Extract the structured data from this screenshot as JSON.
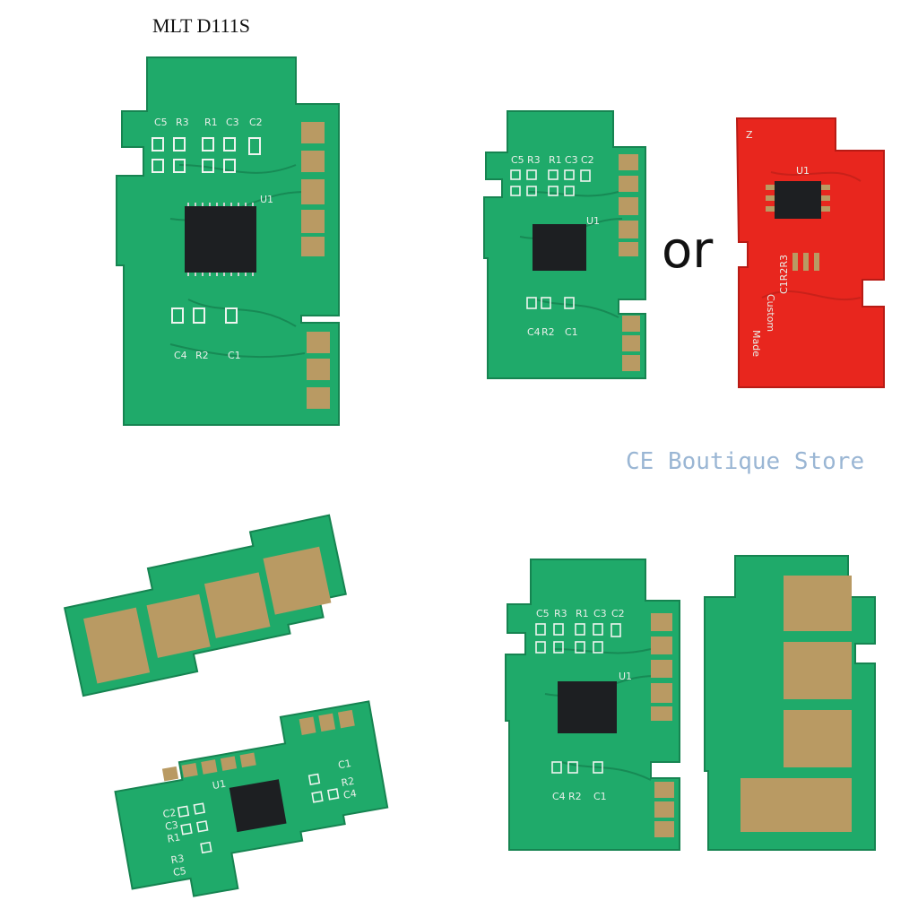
{
  "page": {
    "title": "MLT D111S",
    "or_text": "or",
    "watermark": "CE Boutique Store"
  },
  "chips": {
    "main": {
      "labels_top": [
        "C5",
        "R3",
        "R1",
        "C3",
        "C2"
      ],
      "label_u1": "U1",
      "labels_bottom": [
        "C4",
        "R2",
        "C1"
      ]
    },
    "small": {
      "labels_top": [
        "C5",
        "R3",
        "R1",
        "C3",
        "C2"
      ],
      "label_u1": "U1",
      "labels_bottom": [
        "C4",
        "R2",
        "C1"
      ]
    },
    "red": {
      "label_z": "Z",
      "label_u1": "U1",
      "label_c1r2r3": "C1R2R3",
      "label_custom": "Custom",
      "label_made": "Made"
    },
    "tilted_back": {},
    "tilted_front": {
      "label_u1": "U1",
      "labels_left": [
        "C2",
        "C3",
        "R1",
        "R3",
        "C5"
      ],
      "labels_right": [
        "C1",
        "R2",
        "C4"
      ]
    },
    "pair_front": {
      "labels_top": [
        "C5",
        "R3",
        "R1",
        "C3",
        "C2"
      ],
      "label_u1": "U1",
      "labels_bottom": [
        "C4",
        "R2",
        "C1"
      ]
    },
    "pair_back": {}
  },
  "colors": {
    "pcb_green": "#1faa6a",
    "pcb_red": "#e8261e",
    "gold": "#b99a63",
    "ic_black": "#1d1f22"
  }
}
